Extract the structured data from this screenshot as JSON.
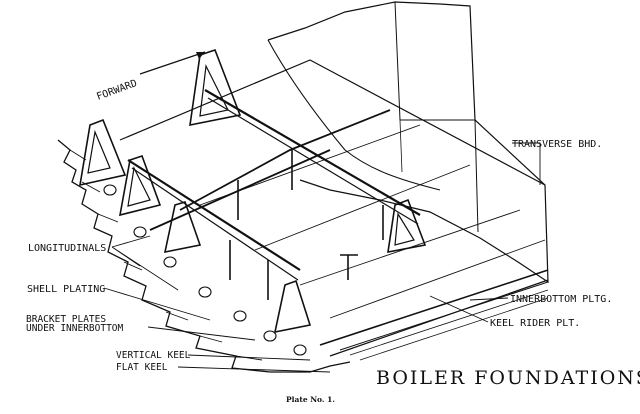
{
  "labels": {
    "forward": "FORWARD",
    "transverse_bhd": "TRANSVERSE BHD.",
    "longitudinals": "LONGITUDINALS",
    "shell_plating": "SHELL PLATING",
    "bracket_plates_line1": "BRACKET PLATES",
    "bracket_plates_line2": "UNDER INNERBOTTOM",
    "innerbottom_pltg": "INNERBOTTOM PLTG.",
    "keel_rider_plt": "KEEL RIDER PLT.",
    "vertical_keel": "VERTICAL KEEL",
    "flat_keel": "FLAT KEEL"
  },
  "title": "BOILER FOUNDATIONS",
  "plate_number": "Plate No. 1."
}
